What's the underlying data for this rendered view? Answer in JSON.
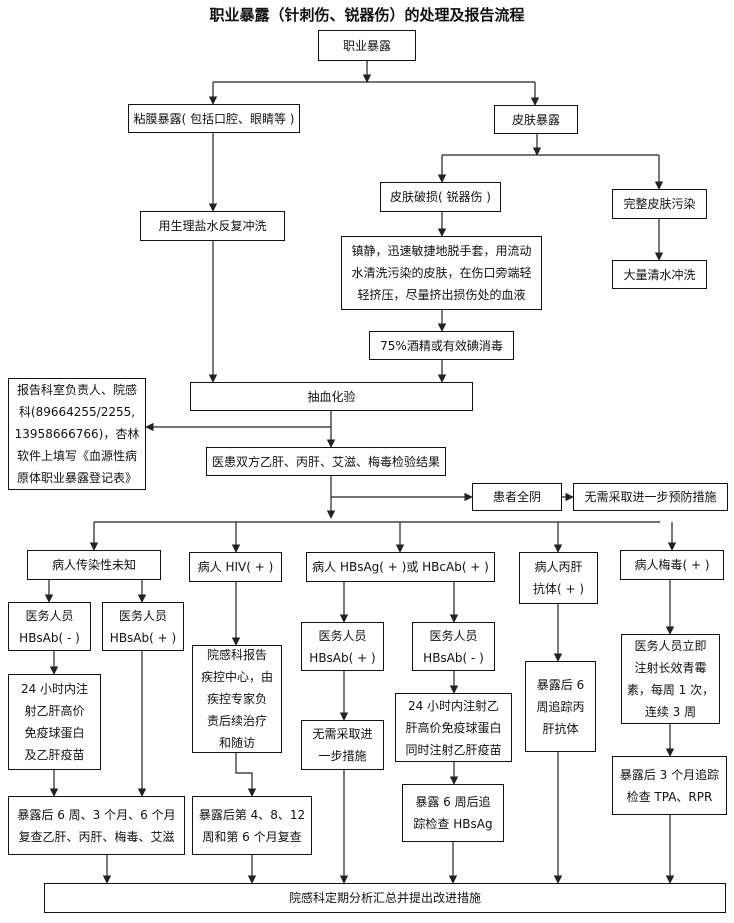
{
  "title": "职业暴露（针刺伤、锐器伤）的处理及报告流程",
  "nodes": {
    "start": "职业暴露",
    "mucosa": "粘膜暴露( 包括口腔、眼睛等 )",
    "skin": "皮肤暴露",
    "saline": "用生理盐水反复冲洗",
    "skin_broken": "皮肤破损( 锐器伤 )",
    "skin_intact": "完整皮肤污染",
    "squeeze": "镇静，迅速敏捷地脱手套，用流动水清洗污染的皮肤，在伤口旁端轻轻挤压，尽量挤出损伤处的血液",
    "water_rinse": "大量清水冲洗",
    "disinfect": "75%酒精或有效碘消毒",
    "blood_test": "抽血化验",
    "report": "报告科室负责人、院感科(89664255/2255, 13958666766)，杏林软件上填写《血源性病原体职业暴露登记表》",
    "results": "医患双方乙肝、丙肝、艾滋、梅毒检验结果",
    "patient_negative": "患者全阴",
    "no_prevention": "无需采取进一步预防措施",
    "unknown": "病人传染性未知",
    "hiv": "病人 HIV( + )",
    "hbv": "病人 HBsAg( + )或 HBcAb( + )",
    "hcv": "病人丙肝抗体( + )",
    "syphilis": "病人梅毒( + )",
    "u_neg": "医务人员 HBsAb( - )",
    "u_pos": "医务人员 HBsAb( + )",
    "u_neg_action": "24 小时内注射乙肝高价免疫球蛋白及乙肝疫苗",
    "u_followup": "暴露后 6 周、3 个月、6 个月复查乙肝、丙肝、梅毒、艾滋",
    "hiv_action": "院感科报告疾控中心，由疾控专家负责后续治疗和随访",
    "hiv_followup": "暴露后第 4、8、12 周和第 6 个月复查",
    "b_pos": "医务人员 HBsAb( + )",
    "b_neg": "医务人员 HBsAb( - )",
    "b_pos_action": "无需采取进一步措施",
    "b_neg_action": "24 小时内注射乙肝高价免疫球蛋白同时注射乙肝疫苗",
    "b_neg_followup": "暴露 6 周后追踪检查 HBsAg",
    "hcv_followup": "暴露后 6 周追踪丙肝抗体",
    "syphilis_action": "医务人员立即注射长效青霉素，每周 1 次，连续 3 周",
    "syphilis_followup": "暴露后 3 个月追踪检查 TPA、RPR",
    "summary": "院感科定期分析汇总并提出改进措施"
  },
  "lines": {
    "start": [
      "职业暴露"
    ],
    "mucosa": [
      "粘膜暴露( 包括口腔、眼睛等 )"
    ],
    "skin": [
      "皮肤暴露"
    ],
    "saline": [
      "用生理盐水反复冲洗"
    ],
    "skin_broken": [
      "皮肤破损( 锐器伤 )"
    ],
    "skin_intact": [
      "完整皮肤污染"
    ],
    "squeeze": [
      "镇静，迅速敏捷地脱手套，用流动",
      "水清洗污染的皮肤，在伤口旁端轻",
      "轻挤压，尽量挤出损伤处的血液"
    ],
    "water_rinse": [
      "大量清水冲洗"
    ],
    "disinfect": [
      "75%酒精或有效碘消毒"
    ],
    "blood_test": [
      "抽血化验"
    ],
    "report": [
      "报告科室负责人、院感",
      "科(89664255/2255,",
      "13958666766)，杏林",
      "软件上填写《血源性病",
      "原体职业暴露登记表》"
    ],
    "results": [
      "医患双方乙肝、丙肝、艾滋、梅毒检验结果"
    ],
    "patient_negative": [
      "患者全阴"
    ],
    "no_prevention": [
      "无需采取进一步预防措施"
    ],
    "unknown": [
      "病人传染性未知"
    ],
    "hiv": [
      "病人 HIV( + )"
    ],
    "hbv": [
      "病人 HBsAg( + )或 HBcAb( + )"
    ],
    "hcv": [
      "病人丙肝",
      "抗体( + )"
    ],
    "syphilis": [
      "病人梅毒( + )"
    ],
    "u_neg": [
      "医务人员",
      "HBsAb( - )"
    ],
    "u_pos": [
      "医务人员",
      "HBsAb( + )"
    ],
    "u_neg_action": [
      "24 小时内注",
      "射乙肝高价",
      "免疫球蛋白",
      "及乙肝疫苗"
    ],
    "u_followup": [
      "暴露后 6 周、3 个月、6 个月",
      "复查乙肝、丙肝、梅毒、艾滋"
    ],
    "hiv_action": [
      "院感科报告",
      "疾控中心，由",
      "疾控专家负",
      "责后续治疗",
      "和随访"
    ],
    "hiv_followup": [
      "暴露后第 4、8、12",
      "周和第 6 个月复查"
    ],
    "b_pos": [
      "医务人员",
      "HBsAb( + )"
    ],
    "b_neg": [
      "医务人员",
      "HBsAb( - )"
    ],
    "b_pos_action": [
      "无需采取进",
      "一步措施"
    ],
    "b_neg_action": [
      "24 小时内注射乙",
      "肝高价免疫球蛋白",
      "同时注射乙肝疫苗"
    ],
    "b_neg_followup": [
      "暴露 6 周后追",
      "踪检查 HBsAg"
    ],
    "hcv_followup": [
      "暴露后 6",
      "周追踪丙",
      "肝抗体"
    ],
    "syphilis_action": [
      "医务人员立即",
      "注射长效青霉",
      "素，每周 1 次，",
      "连续 3 周"
    ],
    "syphilis_followup": [
      "暴露后 3 个月追踪",
      "检查 TPA、RPR"
    ],
    "summary": [
      "院感科定期分析汇总并提出改进措施"
    ]
  },
  "colors": {
    "stroke": "#222222",
    "background": "#ffffff"
  }
}
